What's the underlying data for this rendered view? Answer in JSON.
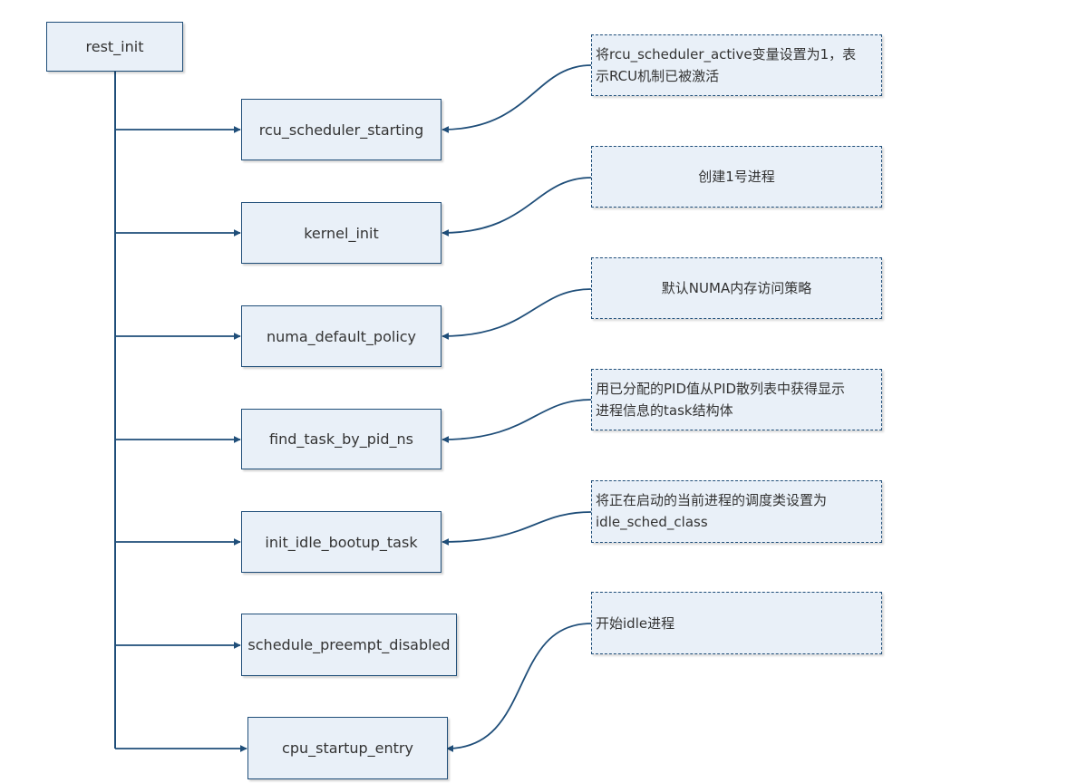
{
  "root": {
    "label": "rest_init"
  },
  "functions": [
    {
      "id": "rcu",
      "label": "rcu_scheduler_starting"
    },
    {
      "id": "kernel",
      "label": "kernel_init"
    },
    {
      "id": "numa",
      "label": "numa_default_policy"
    },
    {
      "id": "findtask",
      "label": "find_task_by_pid_ns"
    },
    {
      "id": "idleboot",
      "label": "init_idle_bootup_task"
    },
    {
      "id": "sched",
      "label": "schedule_preempt_disabled"
    },
    {
      "id": "cpu",
      "label": "cpu_startup_entry"
    }
  ],
  "notes": [
    {
      "id": "rcu",
      "lines": [
        "将rcu_scheduler_active变量设置为1，表",
        "示RCU机制已被激活"
      ]
    },
    {
      "id": "kernel",
      "lines": [
        "创建1号进程"
      ]
    },
    {
      "id": "numa",
      "lines": [
        "默认NUMA内存访问策略"
      ]
    },
    {
      "id": "findtask",
      "lines": [
        "用已分配的PID值从PID散列表中获得显示",
        "进程信息的task结构体"
      ]
    },
    {
      "id": "idleboot",
      "lines": [
        "将正在启动的当前进程的调度类设置为",
        "idle_sched_class"
      ]
    },
    {
      "id": "cpu",
      "lines": [
        "开始idle进程"
      ]
    }
  ],
  "colors": {
    "stroke": "#1f4e79",
    "fill": "#e9f0f8",
    "text": "#333333"
  }
}
